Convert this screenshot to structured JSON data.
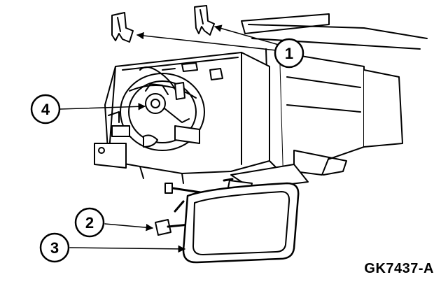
{
  "figure_id": "GK7437-A",
  "callouts": [
    {
      "number": "1",
      "part": "clip"
    },
    {
      "number": "2",
      "part": "fog-lamp-adjusting-screw"
    },
    {
      "number": "3",
      "part": "fog-lamp-lens-assembly"
    },
    {
      "number": "4",
      "part": "bulb-socket"
    }
  ],
  "colors": {
    "line": "#000000",
    "background": "#ffffff"
  }
}
